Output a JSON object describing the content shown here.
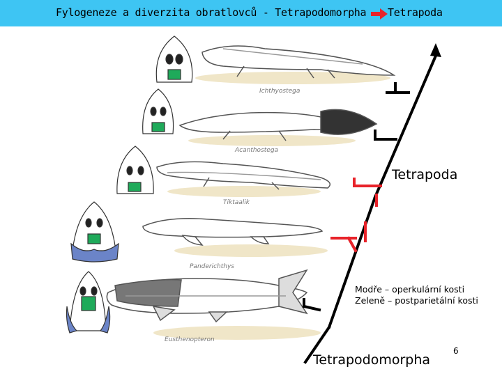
{
  "header": {
    "title_left": "Fylogeneze a diverzita obratlovců - Tetrapodomorpha",
    "title_right": "Tetrapoda",
    "arrow_icon": "right-arrow-icon",
    "bar_color": "#3ec5f3",
    "arrow_color": "#e8232a"
  },
  "tree": {
    "clade_top": "Tetrapoda",
    "clade_bottom": "Tetrapodomorpha",
    "highlight_color": "#e8232a"
  },
  "legend": {
    "blue": "Modře – operkulární kosti",
    "green": "Zeleně – postparietální kosti",
    "blue_color": "#6b84c8",
    "green_color": "#1faa5a"
  },
  "taxa": [
    "Ichthyostega",
    "Acanthostega",
    "Tiktaalik",
    "Panderichthys",
    "Eusthenopteron"
  ],
  "page_number": "6"
}
